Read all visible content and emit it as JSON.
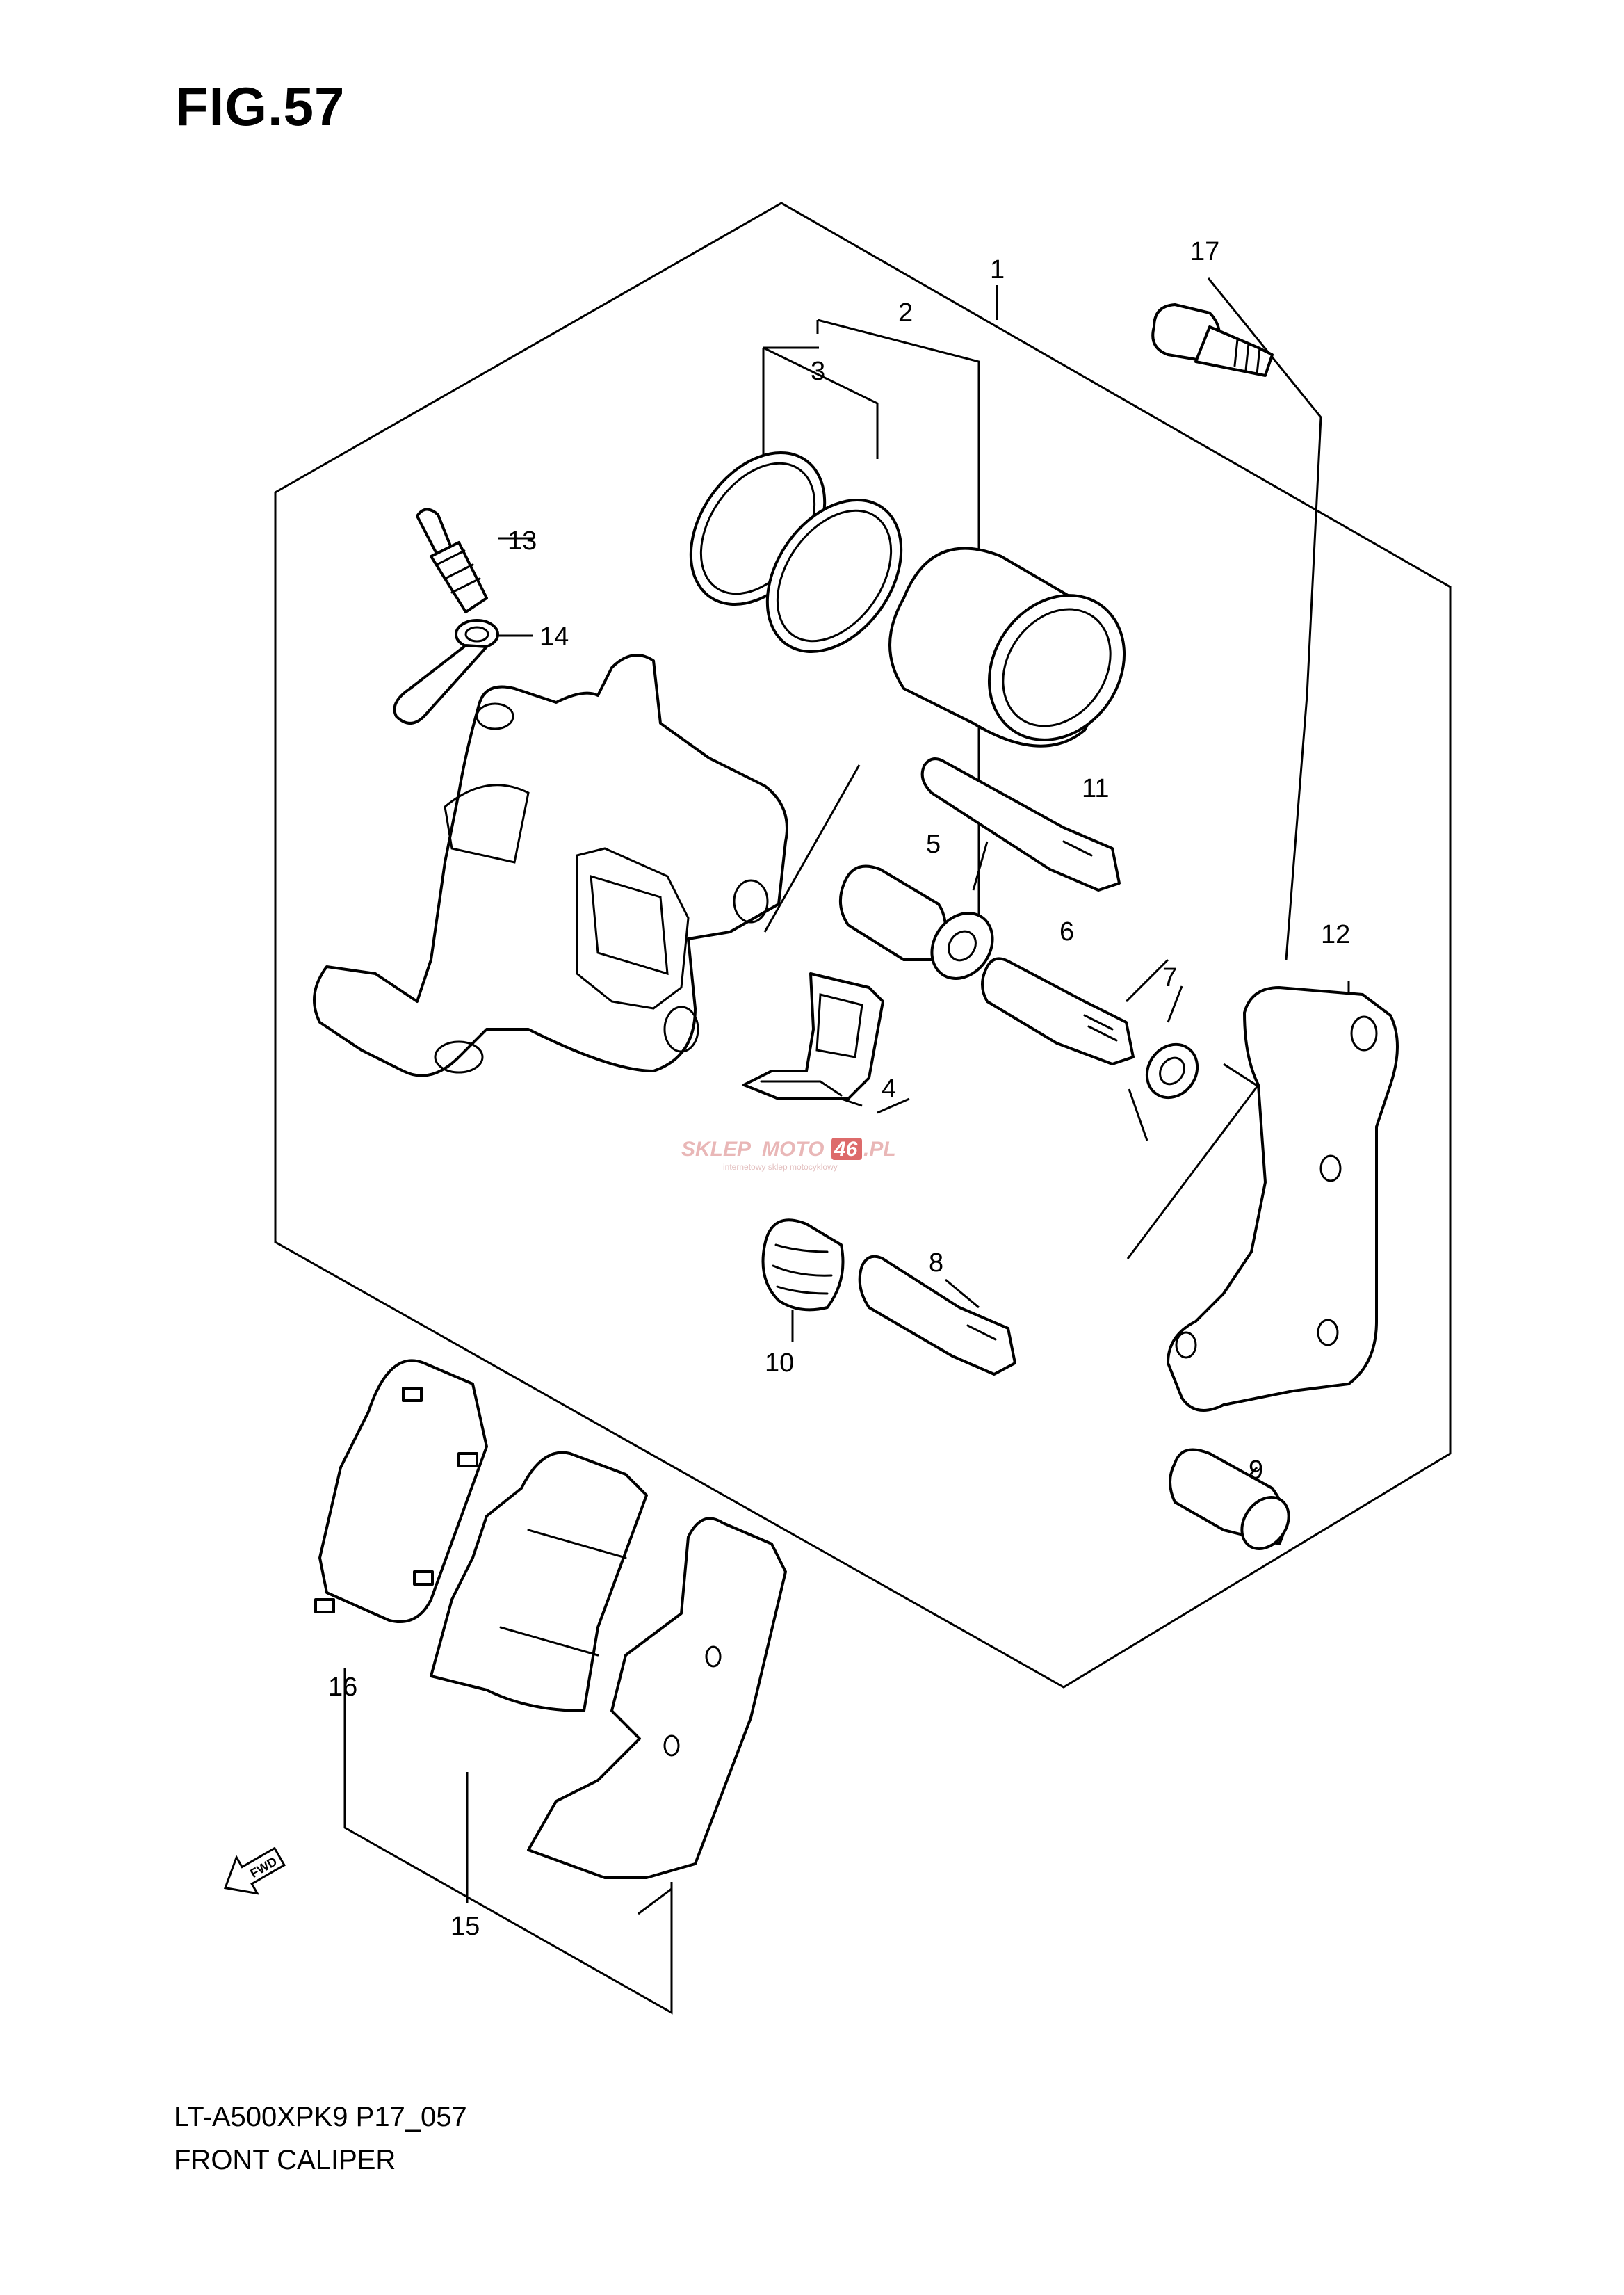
{
  "figure": {
    "title": "FIG.57",
    "model_code": "LT-A500XPK9 P17_057",
    "assembly_name": "FRONT CALIPER"
  },
  "callouts": [
    "1",
    "2",
    "3",
    "4",
    "5",
    "6",
    "7",
    "8",
    "9",
    "10",
    "11",
    "12",
    "13",
    "14",
    "15",
    "16",
    "17"
  ],
  "direction_arrow": {
    "label": "FWD",
    "icon": "fwd-arrow-icon"
  },
  "watermark": {
    "brand_a": "SKLEP",
    "brand_b": "MOTO",
    "brand_c": "46",
    "brand_d": ".PL",
    "tagline": "internetowy sklep motocyklowy",
    "color": "#d23a3a"
  }
}
